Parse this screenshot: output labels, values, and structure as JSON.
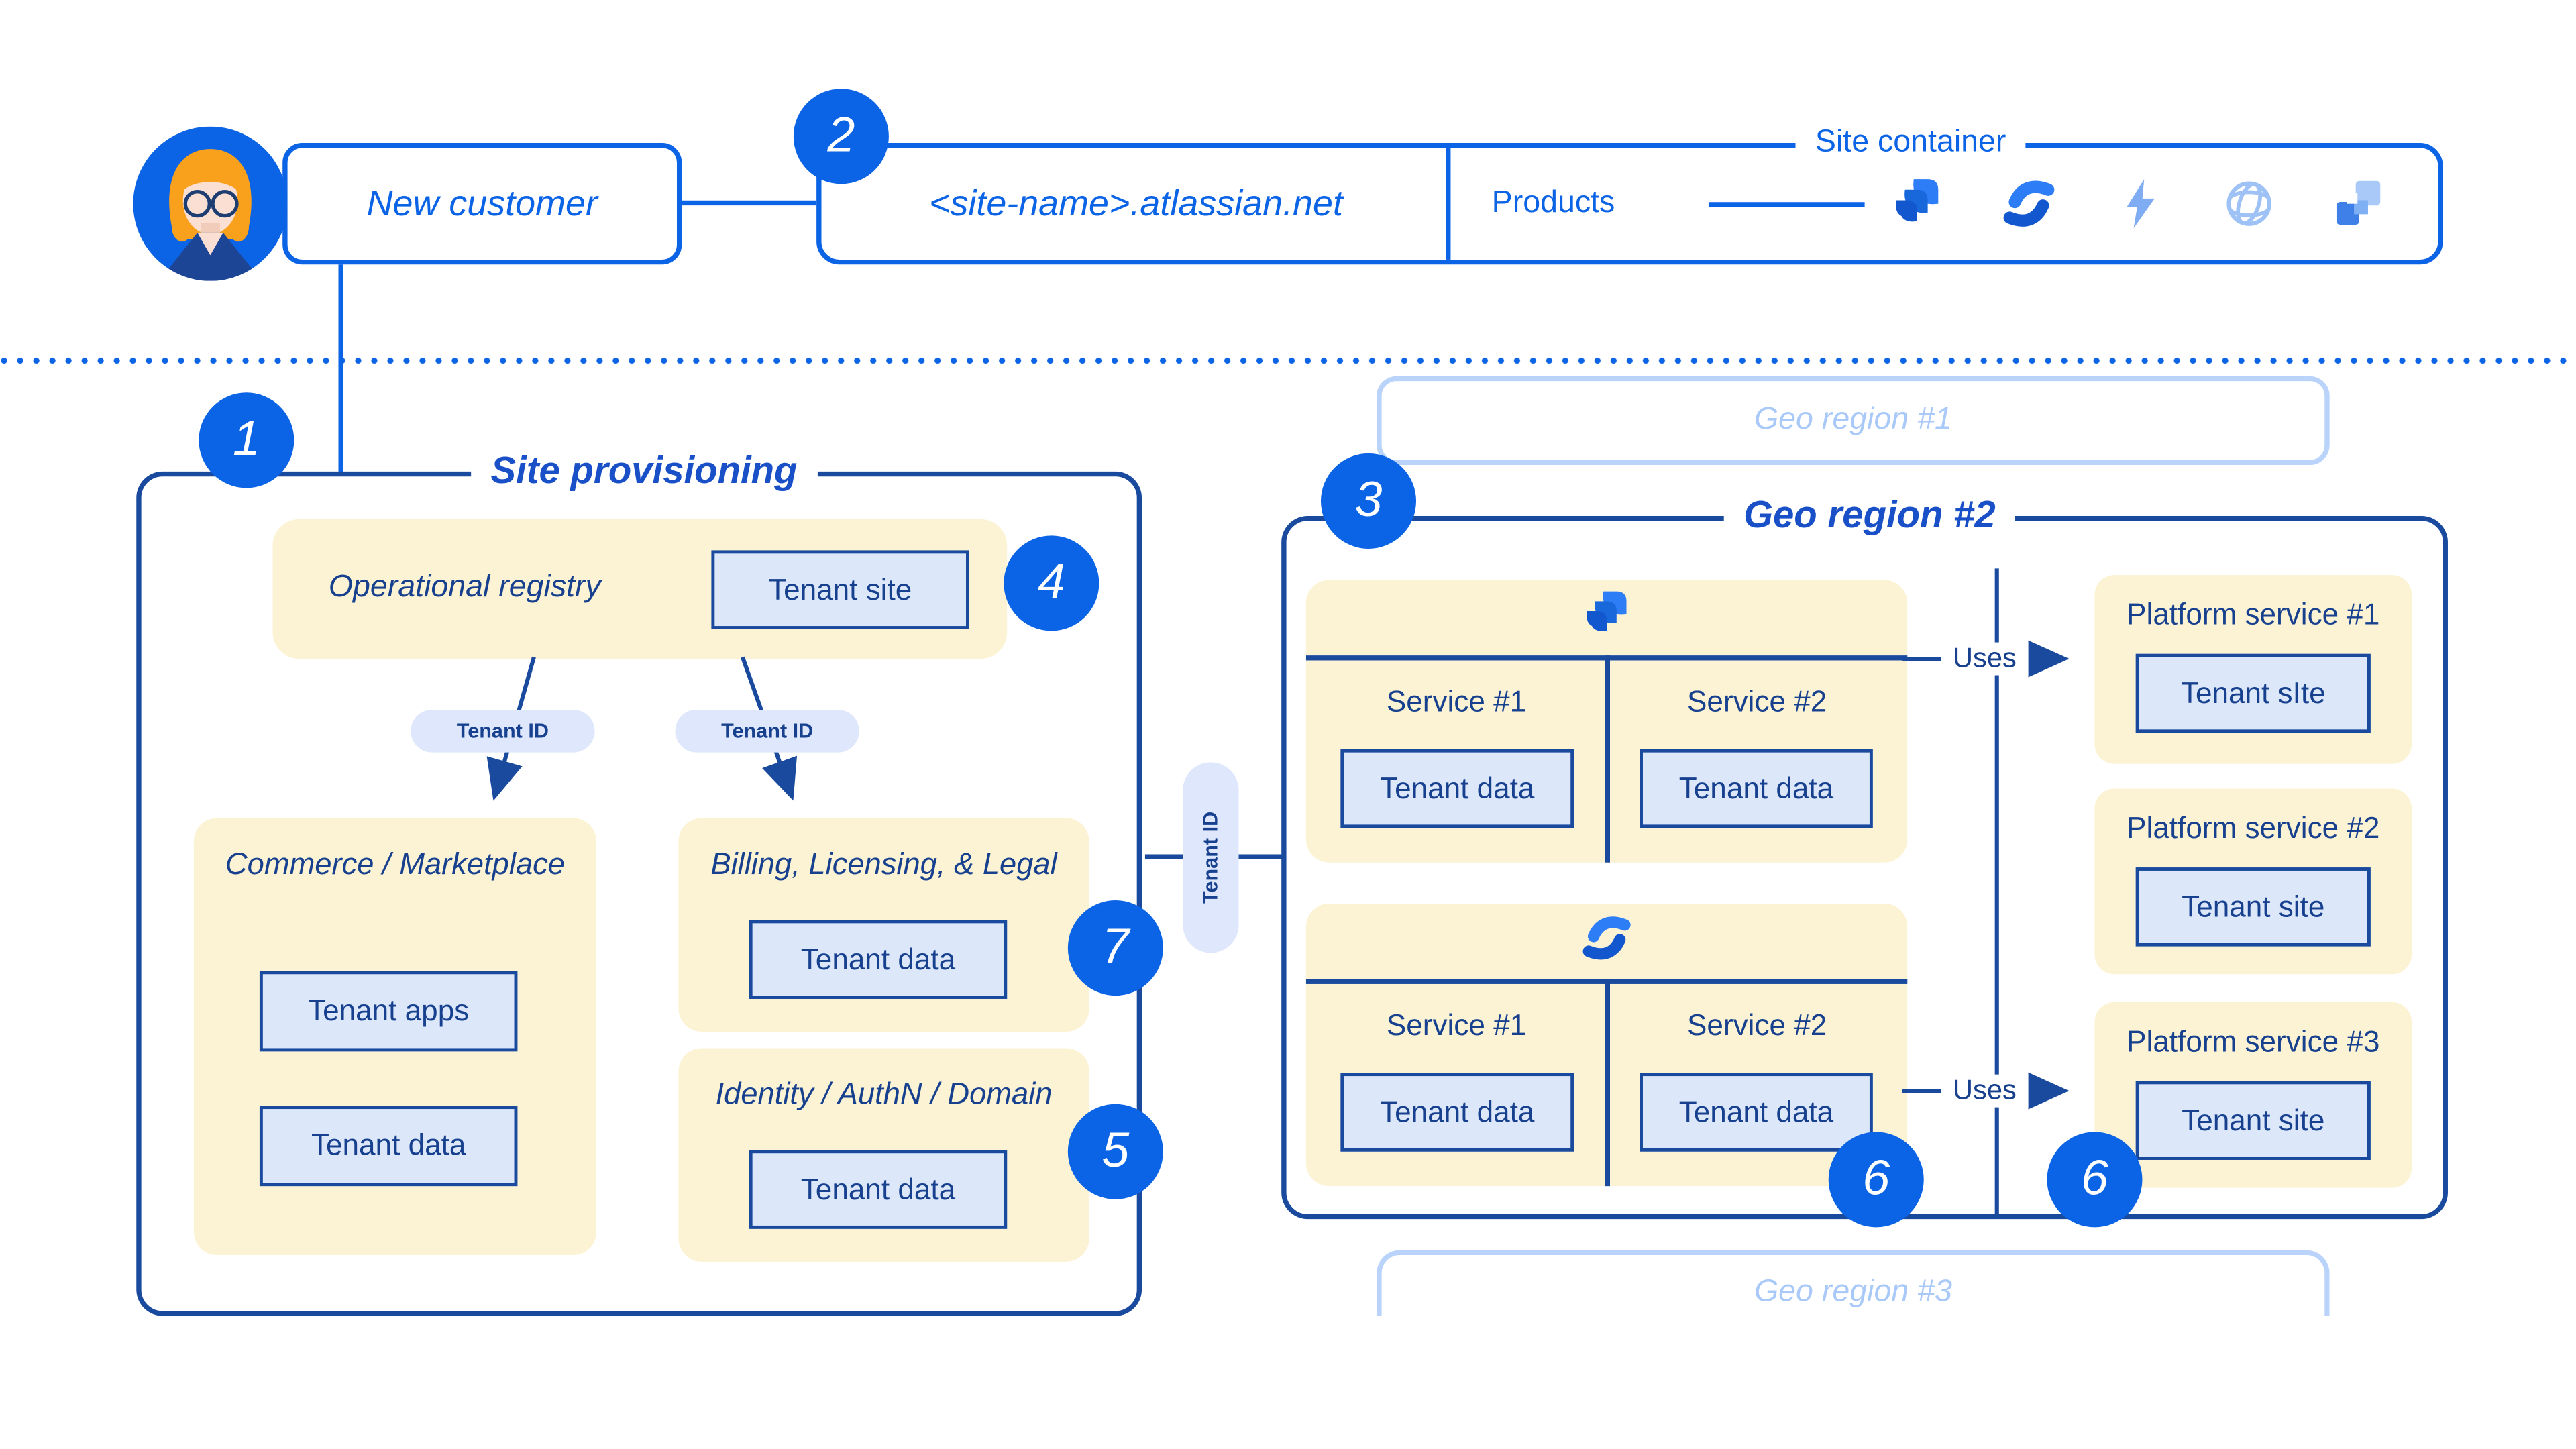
{
  "palette": {
    "accent_blue": "#0B63E5",
    "deep_blue": "#1A4A9E",
    "navy_text": "#17418F",
    "header_blue": "#1950C8",
    "panel_yellow": "#FCF3D4",
    "chip_fill": "#DCE7FA",
    "pill_fill": "#DEE7FB",
    "faded_border": "#B9D3FB",
    "faded_text": "#A9C9F8",
    "badge_text": "#FFFFFF"
  },
  "top": {
    "customer_label": "New customer",
    "site_url": "<site-name>.atlassian.net",
    "container_label": "Site container",
    "products_label": "Products",
    "product_icons": [
      {
        "name": "jira-icon"
      },
      {
        "name": "confluence-icon"
      },
      {
        "name": "lightning-icon"
      },
      {
        "name": "globe-icon"
      },
      {
        "name": "grid-squares-icon"
      }
    ]
  },
  "badges": {
    "one": "1",
    "two": "2",
    "three": "3",
    "four": "4",
    "five": "5",
    "six_left": "6",
    "six_right": "6",
    "seven": "7"
  },
  "provisioning": {
    "title": "Site provisioning",
    "registry": {
      "title": "Operational registry",
      "chip": "Tenant site"
    },
    "tenant_id_pills": [
      {
        "label": "Tenant ID"
      },
      {
        "label": "Tenant ID"
      }
    ],
    "commerce": {
      "title": "Commerce / Marketplace",
      "chips": [
        {
          "label": "Tenant apps"
        },
        {
          "label": "Tenant data"
        }
      ]
    },
    "billing": {
      "title": "Billing, Licensing, & Legal",
      "chip": "Tenant data"
    },
    "identity": {
      "title": "Identity / AuthN / Domain",
      "chip": "Tenant data"
    }
  },
  "connector": {
    "pill": "Tenant ID"
  },
  "geo1": {
    "title": "Geo region #1"
  },
  "geo2": {
    "title": "Geo region #2",
    "jira_section": {
      "icon": "jira-icon",
      "services": [
        {
          "label": "Service #1",
          "chip": "Tenant data"
        },
        {
          "label": "Service #2",
          "chip": "Tenant data"
        }
      ]
    },
    "confluence_section": {
      "icon": "confluence-icon",
      "services": [
        {
          "label": "Service #1",
          "chip": "Tenant data"
        },
        {
          "label": "Service #2",
          "chip": "Tenant data"
        }
      ]
    },
    "uses_top": "Uses",
    "uses_bottom": "Uses",
    "platforms": [
      {
        "title": "Platform service #1",
        "chip": "Tenant sIte"
      },
      {
        "title": "Platform service #2",
        "chip": "Tenant site"
      },
      {
        "title": "Platform service #3",
        "chip": "Tenant site"
      }
    ]
  },
  "geo3": {
    "title": "Geo region #3"
  }
}
